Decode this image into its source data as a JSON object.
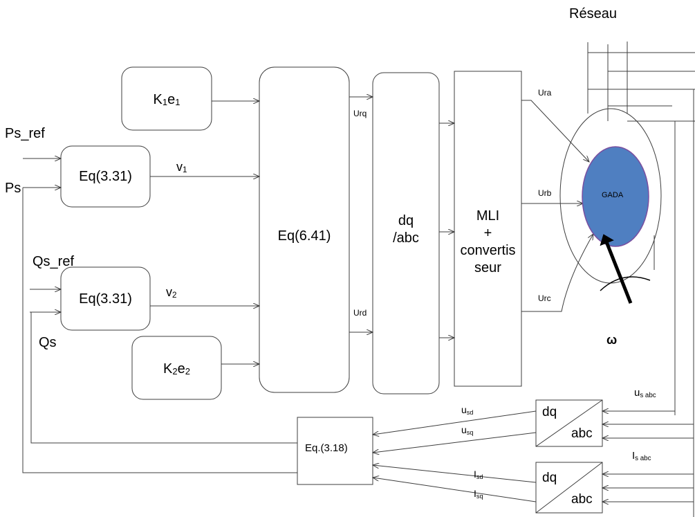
{
  "title": "Réseau",
  "blocks": {
    "k1e1": {
      "main1": "K",
      "sub1": "1",
      "main2": "e",
      "sub2": "1"
    },
    "k2e2": {
      "main1": "K",
      "sub1": "2",
      "main2": "e",
      "sub2": "2"
    },
    "eq331_top": "Eq(3.31)",
    "eq331_bottom": "Eq(3.31)",
    "eq641": "Eq(6.41)",
    "dq_abc_main": [
      "dq",
      "/abc"
    ],
    "mli": [
      "MLI",
      "+",
      "convertis",
      "seur"
    ],
    "gada": "GADA",
    "eq318": "Eq.(3.18)",
    "dq_abc_small_top": {
      "dq": "dq",
      "abc": "abc"
    },
    "dq_abc_small_bottom": {
      "dq": "dq",
      "abc": "abc"
    }
  },
  "signals": {
    "ps_ref": "Ps_ref",
    "ps": "Ps",
    "qs_ref": "Qs_ref",
    "qs": "Qs",
    "v1": {
      "main": "v",
      "sub": "1"
    },
    "v2": {
      "main": "v",
      "sub": "2"
    },
    "urq": "Urq",
    "urd": "Urd",
    "ura": "Ura",
    "urb": "Urb",
    "urc": "Urc",
    "omega": "ω",
    "us_abc": {
      "main": "u",
      "sub": "s abc"
    },
    "is_abc": {
      "main": "I",
      "sub": "s abc"
    },
    "usd": {
      "main": "u",
      "sub": "sd"
    },
    "usq": {
      "main": "u",
      "sub": "sq"
    },
    "isd": {
      "main": "I",
      "sub": "sd"
    },
    "isq": {
      "main": "I",
      "sub": "sq"
    }
  },
  "colors": {
    "line": "#3c3c3c",
    "gada_fill": "#4f7fc1",
    "gada_stroke": "#7a4fa0",
    "text": "#000000"
  }
}
